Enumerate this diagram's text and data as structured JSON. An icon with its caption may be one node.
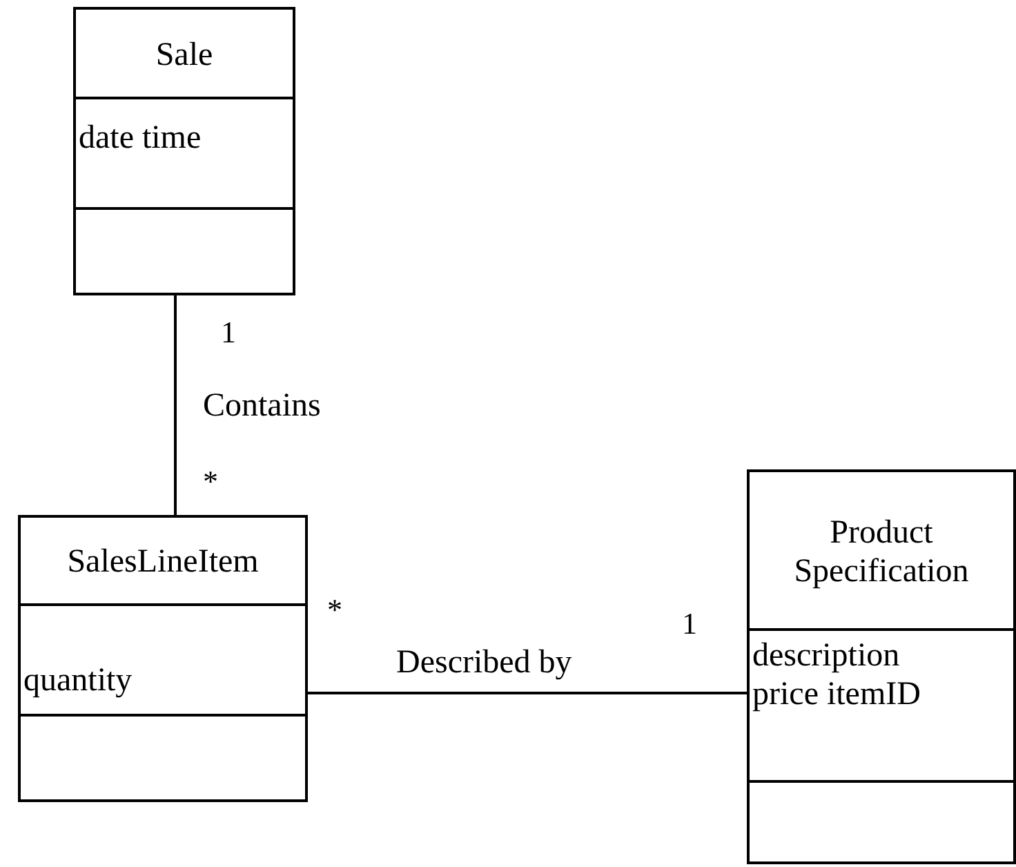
{
  "diagram": {
    "nodes": [
      {
        "text": [
          "Sale",
          "date time"
        ]
      },
      {
        "text": [
          "SalesLineItem",
          "quantity"
        ]
      },
      {
        "text": [
          "Product Specification",
          "description price itemID"
        ]
      }
    ],
    "edges": [
      {
        "from": 0,
        "to": 1,
        "arrow": "none",
        "label": "Contains"
      },
      {
        "from": 1,
        "to": 2,
        "arrow": "none",
        "label": "Described by"
      }
    ],
    "labels": [
      "1",
      "*",
      "*",
      "1"
    ]
  }
}
